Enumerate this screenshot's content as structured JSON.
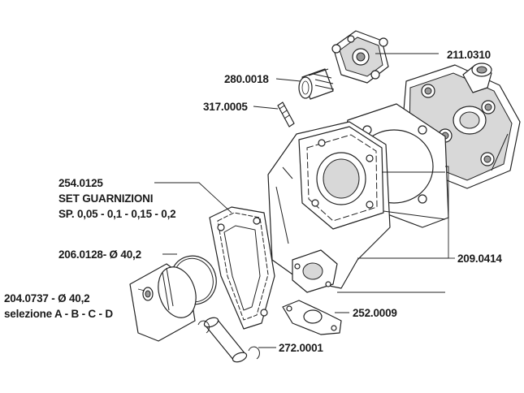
{
  "colors": {
    "ink": "#222222",
    "paper": "#ffffff",
    "shade": "#d8d8d8"
  },
  "labels": {
    "head_cover": "211.0310",
    "bearing": "280.0018",
    "stud": "317.0005",
    "gasket_set_code": "254.0125",
    "gasket_set_name": "SET GUARNIZIONI",
    "gasket_set_sizes": "SP. 0,05 - 0,1 - 0,15 - 0,2",
    "ring": "206.0128- Ø 40,2",
    "piston_code": "204.0737 - Ø 40,2",
    "piston_selection": "selezione A - B - C - D",
    "cylinder_kit": "209.0414",
    "exhaust_gasket": "252.0009",
    "pin": "272.0001"
  }
}
